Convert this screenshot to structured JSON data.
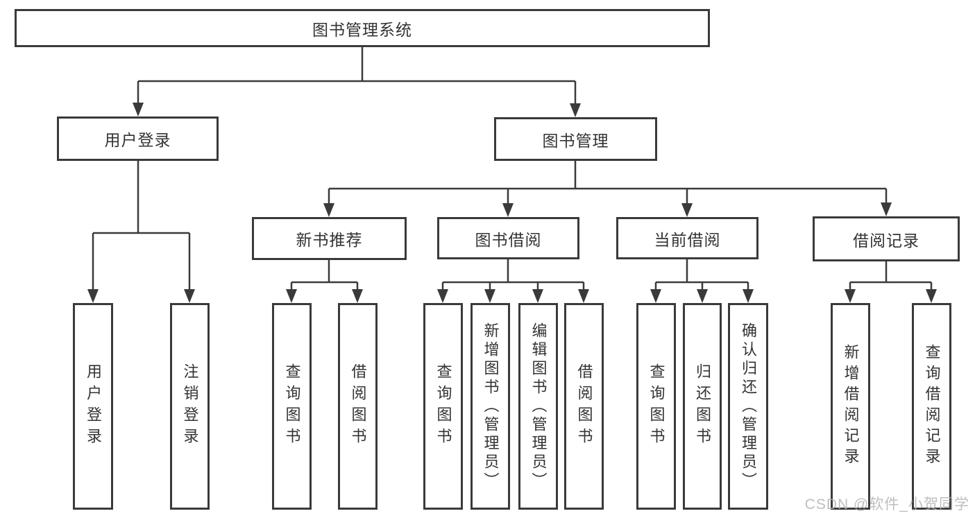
{
  "tree": {
    "label": "图书管理系统",
    "children": [
      {
        "label": "用户登录",
        "children": [
          {
            "label": "用户登录"
          },
          {
            "label": "注销登录"
          }
        ]
      },
      {
        "label": "图书管理",
        "children": [
          {
            "label": "新书推荐",
            "children": [
              {
                "label": "查询图书"
              },
              {
                "label": "借阅图书"
              }
            ]
          },
          {
            "label": "图书借阅",
            "children": [
              {
                "label": "查询图书"
              },
              {
                "label": "新增图书（管理员）"
              },
              {
                "label": "编辑图书（管理员）"
              },
              {
                "label": "借阅图书"
              }
            ]
          },
          {
            "label": "当前借阅",
            "children": [
              {
                "label": "查询图书"
              },
              {
                "label": "归还图书"
              },
              {
                "label": "确认归还（管理员）"
              }
            ]
          },
          {
            "label": "借阅记录",
            "children": [
              {
                "label": "新增借阅记录"
              },
              {
                "label": "查询借阅记录"
              }
            ]
          }
        ]
      }
    ]
  },
  "watermark": "CSDN @软件_小贺同学",
  "colors": {
    "line": "#3a3a3a",
    "text": "#333333",
    "box_background": "#ffffff",
    "watermark": "#b3b3b3",
    "background": "#ffffff"
  }
}
